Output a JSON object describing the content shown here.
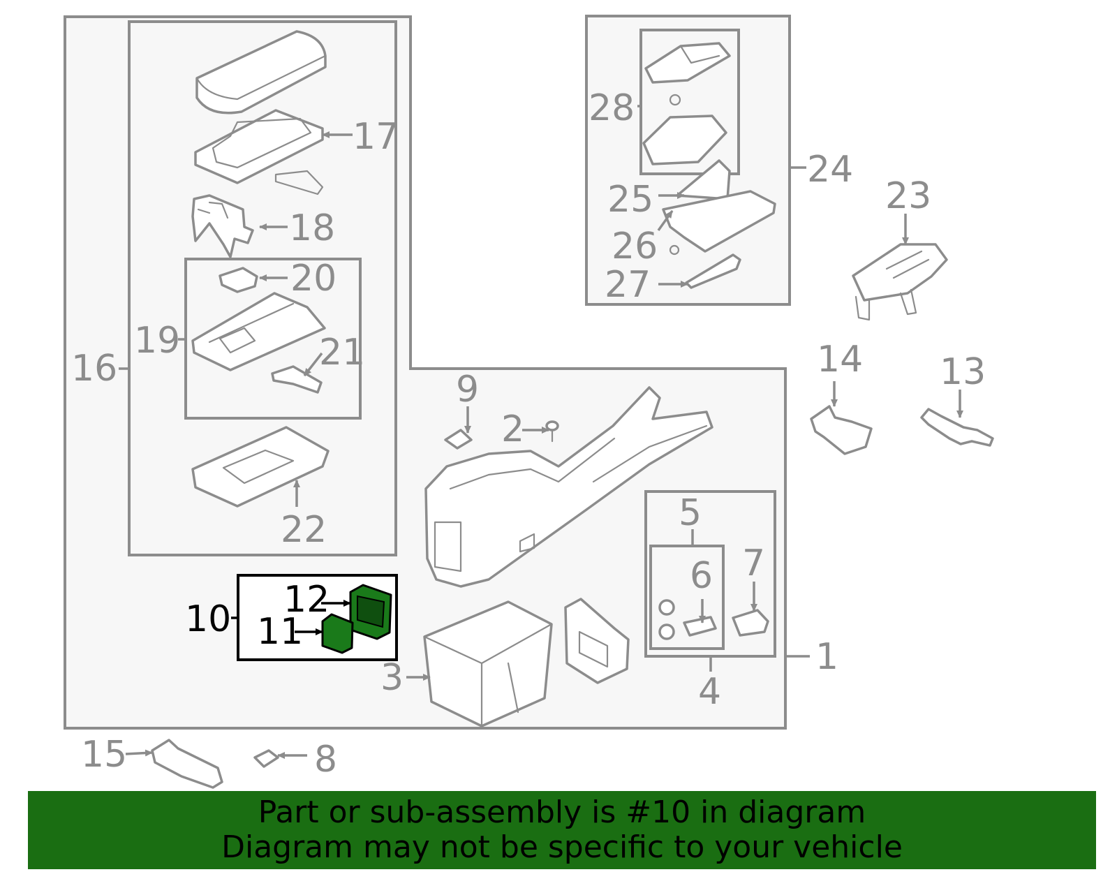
{
  "colors": {
    "banner": "#1a6e12",
    "highlight": "#1a7a1a",
    "parts": "#8c8c8c"
  },
  "callouts": {
    "c1": "1",
    "c2": "2",
    "c3": "3",
    "c4": "4",
    "c5": "5",
    "c6": "6",
    "c7": "7",
    "c8": "8",
    "c9": "9",
    "c10": "10",
    "c11": "11",
    "c12": "12",
    "c13": "13",
    "c14": "14",
    "c15": "15",
    "c16": "16",
    "c17": "17",
    "c18": "18",
    "c19": "19",
    "c20": "20",
    "c21": "21",
    "c22": "22",
    "c23": "23",
    "c24": "24",
    "c25": "25",
    "c26": "26",
    "c27": "27",
    "c28": "28"
  },
  "banner": {
    "line1": "Part or sub-assembly is #10 in diagram",
    "line2": "Diagram may not be specific to your vehicle"
  }
}
